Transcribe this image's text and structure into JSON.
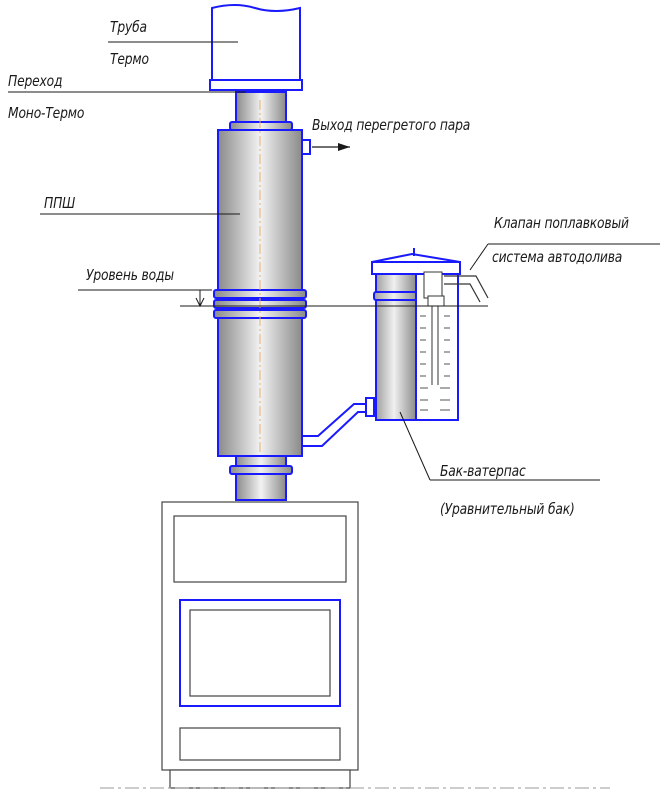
{
  "labels": {
    "truba": "Труба",
    "termo": "Термо",
    "perehod": "Переход",
    "mono_termo": "Моно-Термо",
    "vyhod": "Выход перегретого пара",
    "ppsh": "ППШ",
    "klapan": "Клапан поплавковый",
    "sistema": "система автодолива",
    "uroven": "Уровень воды",
    "bak": "Бак-ватерпас",
    "bak_sub": "(Уравнительный бак)"
  },
  "colors": {
    "outline": "#1a1aff",
    "steel_dark": "#8e8e8e",
    "steel_light": "#efefef",
    "ink": "#1a1a1a",
    "guide": "#bbbbbb"
  }
}
